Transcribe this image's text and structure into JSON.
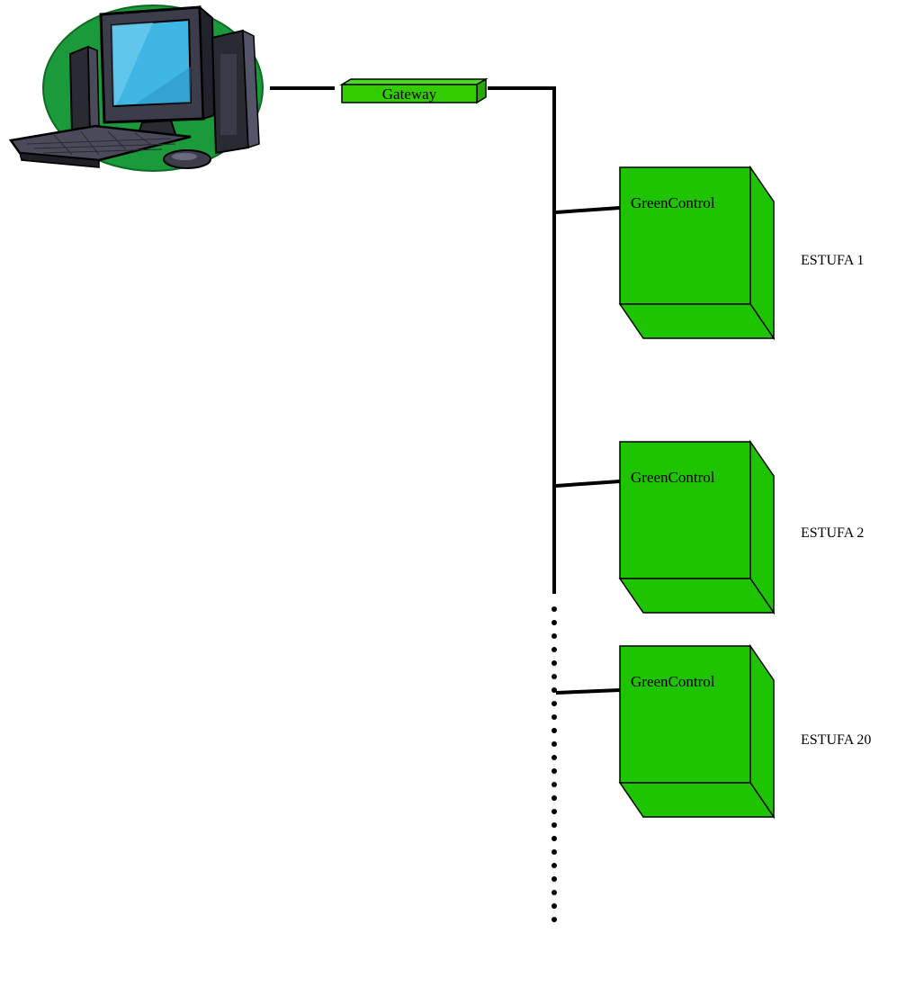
{
  "gateway": {
    "label": "Gateway",
    "color": "#33cc00"
  },
  "devices": [
    {
      "label": "GreenControl",
      "station": "ESTUFA 1"
    },
    {
      "label": "GreenControl",
      "station": "ESTUFA 2"
    },
    {
      "label": "GreenControl",
      "station": "ESTUFA 20"
    }
  ],
  "colors": {
    "device_green": "#1fc400",
    "background_oval": "#1a9a3a",
    "screen": "#3fb6e4",
    "line": "#000000"
  },
  "icons": {
    "computer": "computer-icon"
  }
}
